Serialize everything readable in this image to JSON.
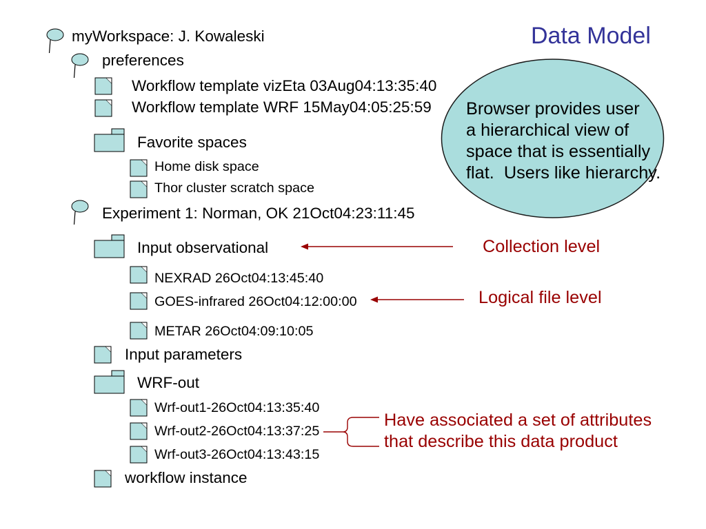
{
  "title": "Data Model",
  "tree": {
    "workspace": "myWorkspace: J. Kowaleski",
    "preferences": {
      "label": "preferences",
      "workflow_templates": [
        "Workflow template vizEta 03Aug04:13:35:40",
        "Workflow template WRF 15May04:05:25:59"
      ],
      "favorite_spaces": {
        "label": "Favorite spaces",
        "items": [
          "Home disk space",
          "Thor cluster scratch space"
        ]
      }
    },
    "experiment": {
      "label": "Experiment 1: Norman, OK 21Oct04:23:11:45",
      "input_observational": {
        "label": "Input observational",
        "items": [
          "NEXRAD 26Oct04:13:45:40",
          "GOES-infrared 26Oct04:12:00:00",
          "METAR 26Oct04:09:10:05"
        ]
      },
      "input_parameters": "Input parameters",
      "wrf_out": {
        "label": "WRF-out",
        "items": [
          "Wrf-out1-26Oct04:13:35:40",
          "Wrf-out2-26Oct04:13:37:25",
          "Wrf-out3-26Oct04:13:43:15"
        ]
      },
      "workflow_instance": "workflow instance"
    }
  },
  "callout": {
    "lines": [
      "Browser provides user",
      "a hierarchical view of",
      "space that is essentially",
      "flat.  Users like hierarchy."
    ]
  },
  "annotations": {
    "collection_level": "Collection level",
    "logical_file_level": "Logical file level",
    "attributes": [
      "Have associated a set of attributes",
      "that describe this data product"
    ]
  },
  "icons": {
    "space": "pin-icon",
    "file": "document-icon",
    "collection": "folder-icon"
  },
  "colors": {
    "title": "#333399",
    "annotation": "#990000",
    "icon_fill": "#b4e0e0",
    "callout_fill": "#aadddd",
    "outline": "#000000"
  }
}
